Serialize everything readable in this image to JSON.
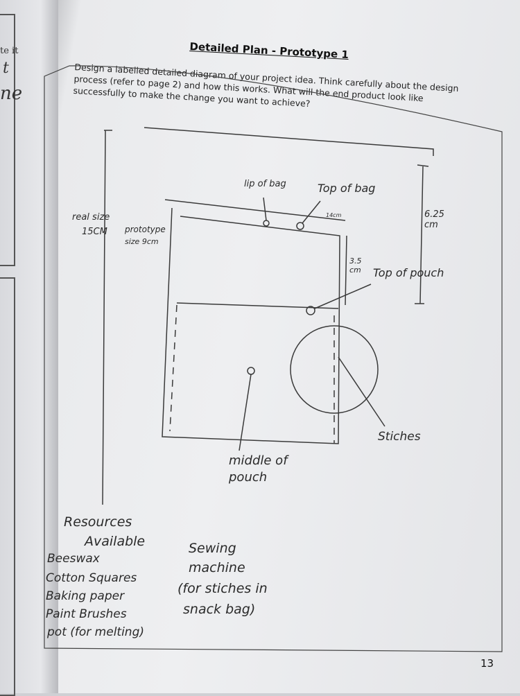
{
  "left_page": {
    "fragments": [
      "te it",
      "t",
      "ne"
    ]
  },
  "header": {
    "title": "Detailed Plan - Prototype 1"
  },
  "prompt": {
    "text": "Design a labelled detailed diagram of your project idea. Think carefully about the design process (refer to page 2) and how this works. What will the end product look like successfully to make the change you want to achieve?"
  },
  "diagram": {
    "labels": {
      "lip_of_bag": "lip of bag",
      "top_of_bag": "Top of bag",
      "width_small": "14cm",
      "real_size": "real size",
      "real_size_value": "15CM",
      "prototype": "prototype",
      "prototype_size": "size 9cm",
      "height_total": "6.25 cm",
      "height_pouch": "3.5 cm",
      "top_of_pouch": "Top of pouch",
      "stiches": "Stiches",
      "middle_of_pouch": "middle of",
      "middle_of_pouch_2": "pouch"
    }
  },
  "notes": {
    "resources_title": [
      "Resources",
      "Available"
    ],
    "resources": [
      "Beeswax",
      "Cotton Squares",
      "Baking paper",
      "Paint Brushes",
      "pot (for melting)"
    ],
    "sewing": [
      "Sewing",
      "machine",
      "(for stiches in",
      "snack bag)"
    ]
  },
  "footer": {
    "page_number": "13"
  }
}
